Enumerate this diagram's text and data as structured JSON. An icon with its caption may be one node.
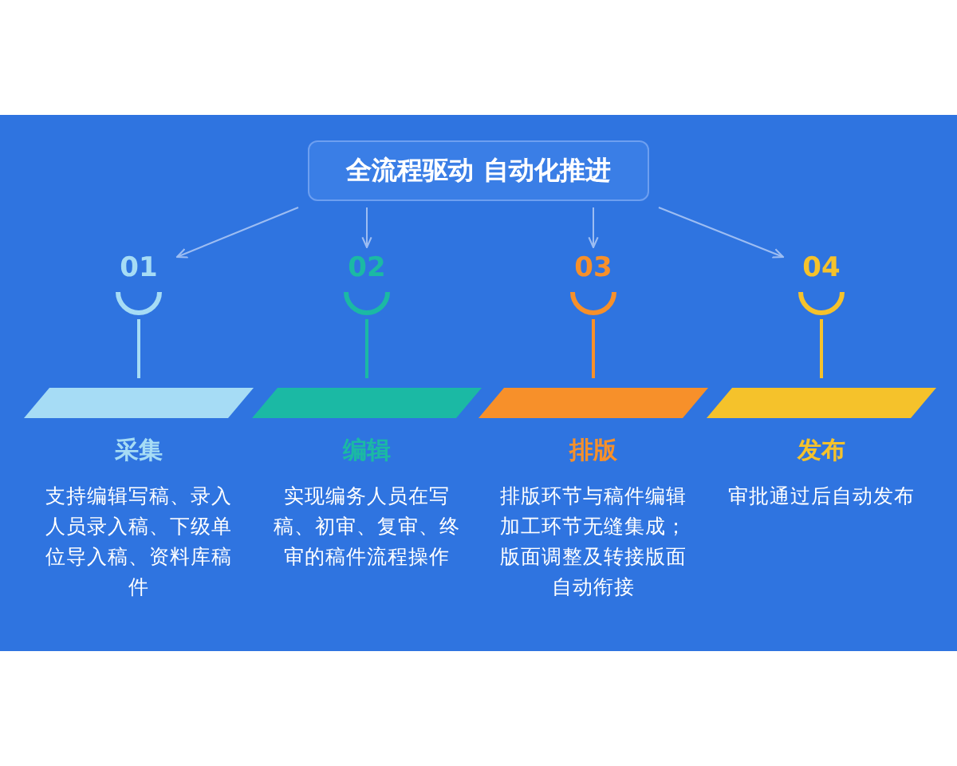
{
  "diagram": {
    "nodes": [
      {
        "text": [
          "全流程驱动 自动化推进"
        ]
      },
      {
        "text": [
          "01",
          "采集",
          "支持编辑写稿、录入人员录入稿、下级单位导入稿、资料库稿件"
        ]
      },
      {
        "text": [
          "02",
          "编辑",
          "实现编务人员在写稿、初审、复审、终审的稿件流程操作"
        ]
      },
      {
        "text": [
          "03",
          "排版",
          "排版环节与稿件编辑加工环节无缝集成；版面调整及转接版面自动衔接"
        ]
      },
      {
        "text": [
          "04",
          "发布",
          "审批通过后自动发布"
        ]
      }
    ],
    "edges": [
      {
        "from": 0,
        "to": 1,
        "arrow": "to"
      },
      {
        "from": 0,
        "to": 2,
        "arrow": "to"
      },
      {
        "from": 0,
        "to": 3,
        "arrow": "to"
      },
      {
        "from": 0,
        "to": 4,
        "arrow": "to"
      }
    ]
  }
}
